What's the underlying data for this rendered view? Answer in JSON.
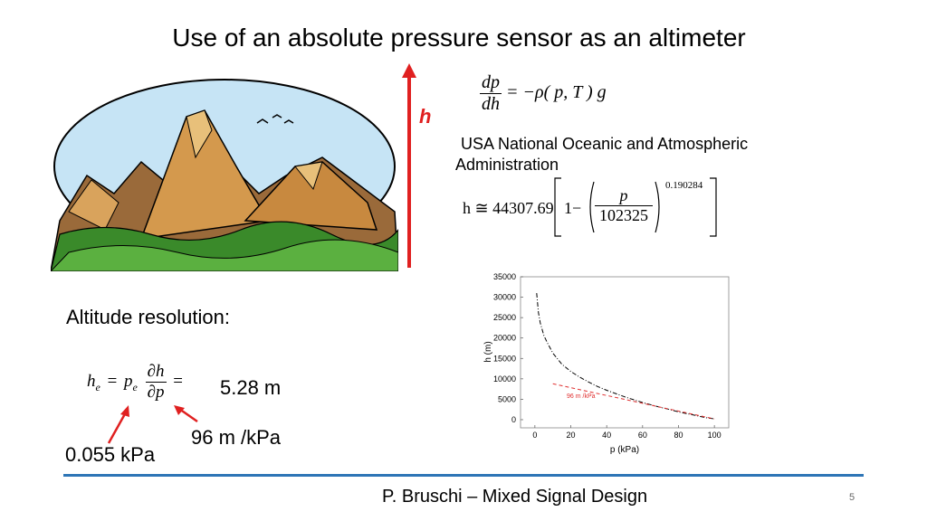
{
  "slide": {
    "title": "Use of an absolute pressure sensor as an altimeter",
    "h_label": "h",
    "noaa_text": "USA National Oceanic and Atmospheric Administration",
    "altitude_resolution": "Altitude resolution:",
    "result_value": "5.28 m",
    "sensitivity_value": "96 m /kPa",
    "pressure_resolution": "0.055 kPa",
    "footer": "P. Bruschi – Mixed Signal Design",
    "page_number": "5"
  },
  "equations": {
    "hydro": {
      "num": "dp",
      "den": "dh",
      "rhs": "= −ρ( p, T ) g"
    },
    "noaa": {
      "lhs": "h ≅ 44307.69",
      "one": "1−",
      "num": "p",
      "den": "102325",
      "exponent": "0.190284"
    },
    "resolution": {
      "lhs": "h",
      "lhs_sub": "e",
      "eq": "=",
      "p": "p",
      "p_sub": "e",
      "num": "∂h",
      "den": "∂p",
      "eq2": "="
    }
  },
  "chart_data": {
    "type": "line",
    "xlabel": "p (kPa)",
    "ylabel": "h (m)",
    "xlim": [
      -8,
      108
    ],
    "ylim": [
      -2000,
      35000
    ],
    "xticks": [
      0,
      20,
      40,
      60,
      80,
      100
    ],
    "yticks": [
      0,
      5000,
      10000,
      15000,
      20000,
      25000,
      30000,
      35000
    ],
    "series": [
      {
        "name": "",
        "style": "dash-dot",
        "color": "#000000",
        "x": [
          1,
          2,
          3,
          5,
          7,
          10,
          15,
          20,
          25,
          30,
          35,
          40,
          45,
          50,
          55,
          60,
          65,
          70,
          75,
          80,
          85,
          90,
          95,
          100
        ],
        "y": [
          31000,
          26200,
          23700,
          20600,
          18800,
          16300,
          13600,
          11800,
          10400,
          9200,
          8100,
          7200,
          6400,
          5600,
          4900,
          4200,
          3600,
          3000,
          2500,
          1900,
          1450,
          1000,
          500,
          200
        ]
      },
      {
        "name": "96 m /kPa",
        "style": "dashed",
        "color": "#e03030",
        "x": [
          10,
          100
        ],
        "y": [
          8800,
          200
        ]
      }
    ],
    "annotation": "96 m /kPa",
    "colors": {
      "axis": "#000000",
      "tangent": "#e03030"
    }
  },
  "colors": {
    "arrow_red": "#e02020",
    "footer_line": "#2e75b6",
    "sky": "#bfe0f4"
  }
}
